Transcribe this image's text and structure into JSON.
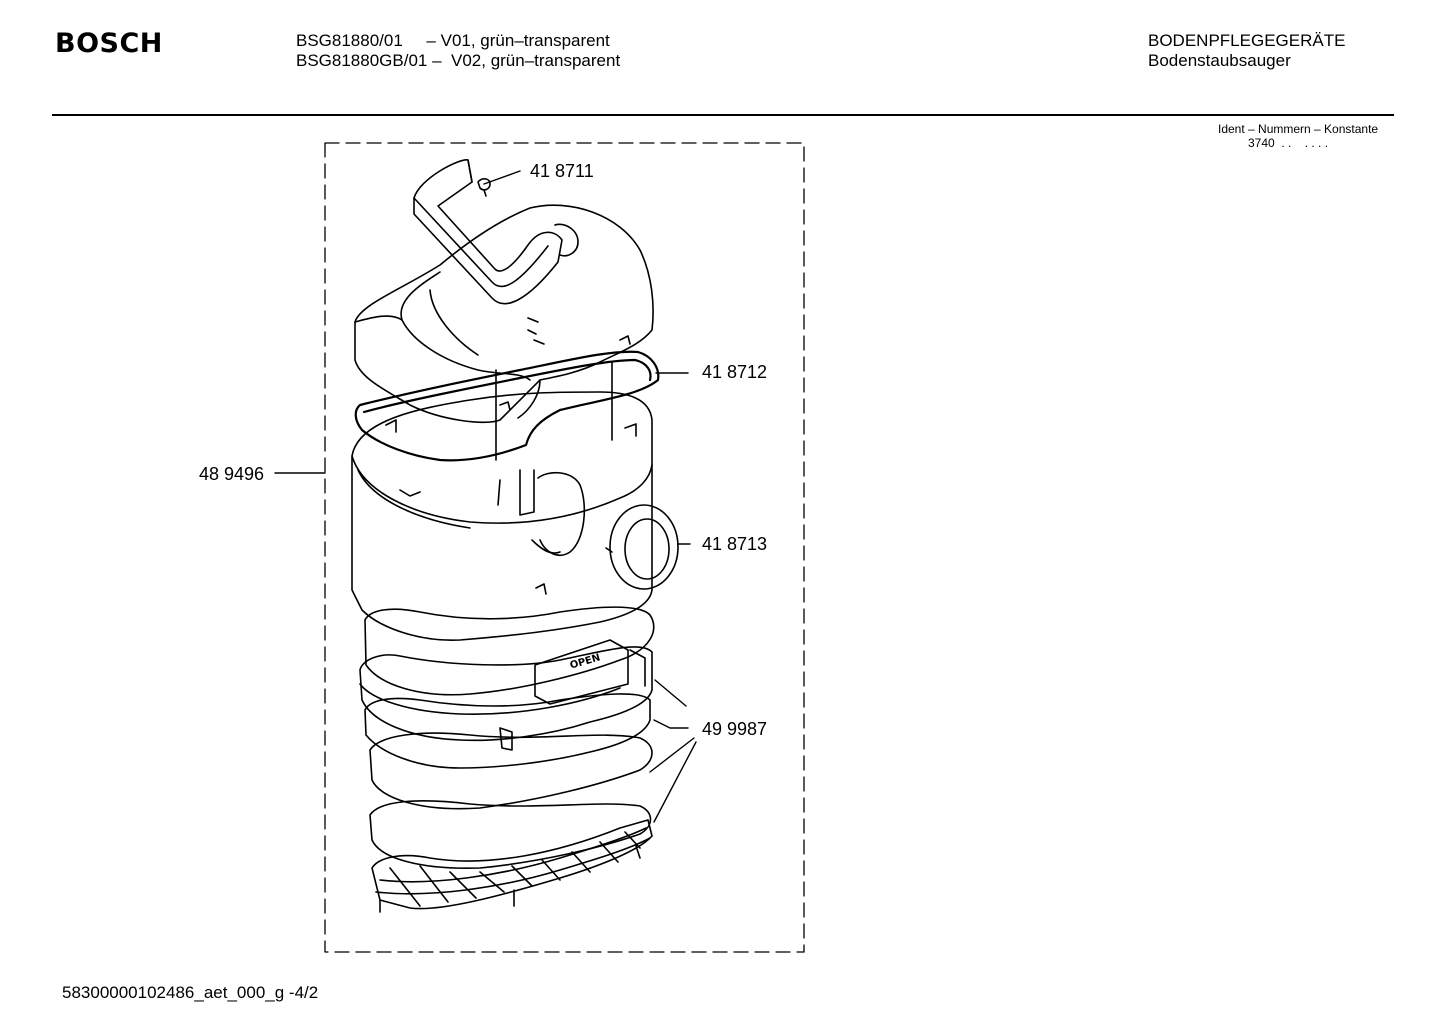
{
  "header": {
    "brand": "BOSCH",
    "models": [
      {
        "code": "BSG81880/01",
        "variant": "     – V01, grün–transparent"
      },
      {
        "code": "BSG81880GB/01",
        "variant": " –  V02, grün–transparent"
      }
    ],
    "category": "BODENPFLEGEGERÄTE",
    "subcategory": "Bodenstaubsauger"
  },
  "ident": {
    "label": "Ident – Nummern – Konstante",
    "code": "3740  . .    . . . ."
  },
  "callouts": [
    {
      "id": "418711",
      "text": "41 8711"
    },
    {
      "id": "418712",
      "text": "41 8712"
    },
    {
      "id": "489496",
      "text": "48 9496"
    },
    {
      "id": "418713",
      "text": "41 8713"
    },
    {
      "id": "499987",
      "text": "49 9987"
    }
  ],
  "embossed_text": "OPEN",
  "footer": "58300000102486_aet_000_g -4/2"
}
